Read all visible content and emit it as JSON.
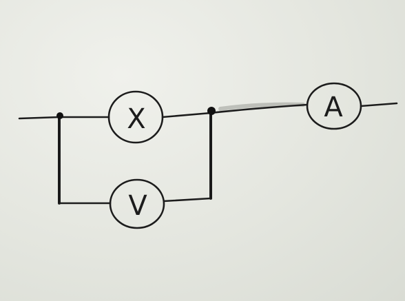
{
  "diagram": {
    "components": [
      {
        "id": "resistor-x",
        "letter": "X"
      },
      {
        "id": "voltmeter",
        "letter": "V"
      },
      {
        "id": "ammeter",
        "letter": "A"
      }
    ],
    "colors": {
      "paper": "#e6e8e2",
      "ink": "#1c1c1c"
    }
  }
}
